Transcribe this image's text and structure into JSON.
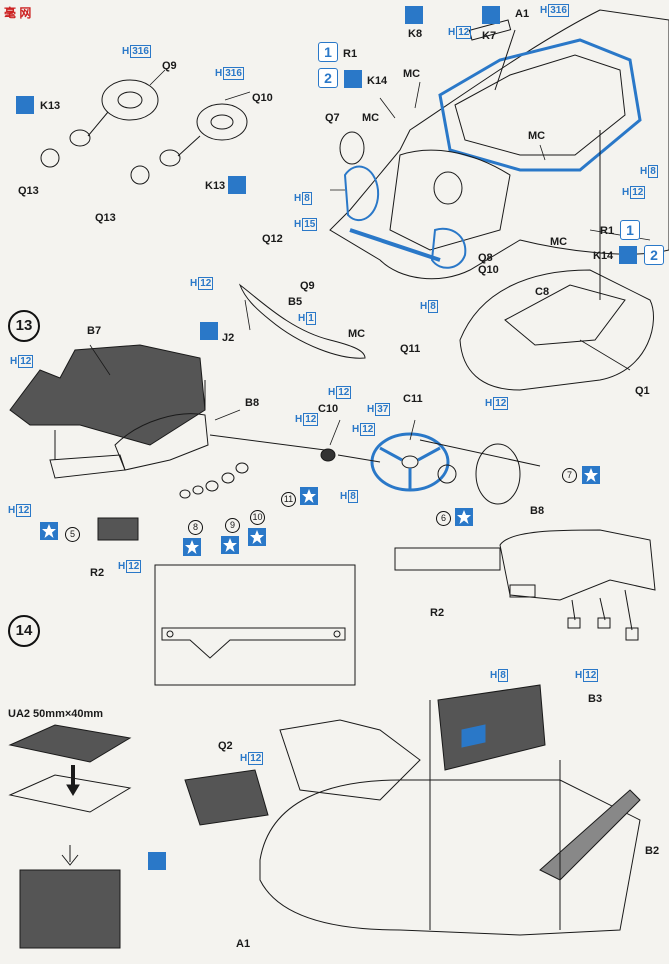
{
  "watermark": "毫 网",
  "steps": {
    "s13": "13",
    "s14": "14"
  },
  "paint": {
    "h316a": "316",
    "h316b": "316",
    "h316c": "316",
    "h12": "12",
    "h8": "8",
    "h15": "15",
    "h1": "1",
    "h37": "37",
    "h": "H"
  },
  "parts": {
    "Q9": "Q9",
    "Q10": "Q10",
    "Q13a": "Q13",
    "Q13b": "Q13",
    "K13a": "K13",
    "K13b": "K13",
    "A1a": "A1",
    "A1b": "A1",
    "K8": "K8",
    "K7": "K7",
    "R1a": "R1",
    "R1b": "R1",
    "K14a": "K14",
    "K14b": "K14",
    "MCa": "MC",
    "MCb": "MC",
    "MCc": "MC",
    "MCd": "MC",
    "MCe": "MC",
    "Q7": "Q7",
    "Q12": "Q12",
    "Q9b": "Q9",
    "B5": "B5",
    "J2": "J2",
    "Q8": "Q8",
    "Q10b": "Q10",
    "C8": "C8",
    "Q11": "Q11",
    "Q1": "Q1",
    "B7": "B7",
    "B8a": "B8",
    "B8b": "B8",
    "C10": "C10",
    "C11": "C11",
    "R2a": "R2",
    "R2b": "R2",
    "Q2": "Q2",
    "B3": "B3",
    "B2": "B2",
    "UA2": "UA2  50mm×40mm",
    "n5": "5",
    "n6": "6",
    "n7": "7",
    "n8": "8",
    "n9": "9",
    "n10": "10",
    "n11": "11",
    "one": "1",
    "two": "2"
  },
  "colors": {
    "accent": "#2a78c8",
    "line": "#1a1a1a",
    "fill": "#555"
  }
}
